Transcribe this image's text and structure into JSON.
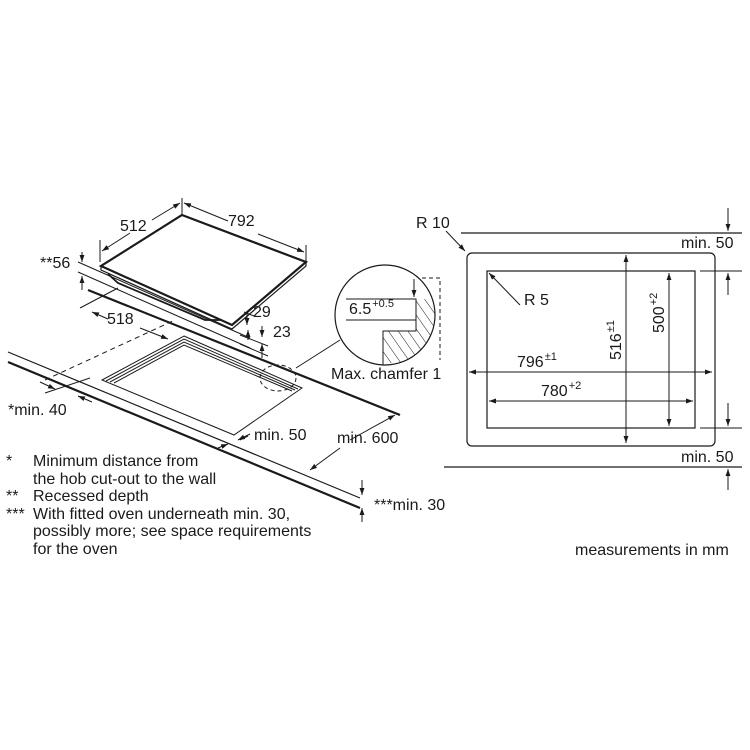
{
  "hob_view": {
    "width": "792",
    "depth": "512",
    "recessed_depth": "**56",
    "cutout_depth": "518",
    "height_29": "29",
    "height_23": "23",
    "min_wall_distance": "*min. 40",
    "min_front_distance": "min. 50",
    "min_600": "min. 600",
    "min_30": "***min. 30"
  },
  "detail_view": {
    "dimension": "6.5",
    "tolerance": "+0.5",
    "chamfer_label": "Max. chamfer 1"
  },
  "cutout_view": {
    "outer_radius": "R 10",
    "inner_radius": "R 5",
    "top_clearance": "min. 50",
    "bottom_clearance": "min. 50",
    "outer_width": "796",
    "outer_width_tol": "±1",
    "inner_width": "780",
    "inner_width_tol": "+2",
    "outer_height": "516",
    "outer_height_tol": "±1",
    "inner_height": "500",
    "inner_height_tol": "+2"
  },
  "notes": [
    {
      "mark": "*",
      "text": "Minimum distance from\nthe hob cut-out to the wall"
    },
    {
      "mark": "**",
      "text": "Recessed depth"
    },
    {
      "mark": "***",
      "text": "With fitted oven underneath min. 30,\npossibly more; see space requirements\nfor the oven"
    }
  ],
  "units_label": "measurements in mm"
}
